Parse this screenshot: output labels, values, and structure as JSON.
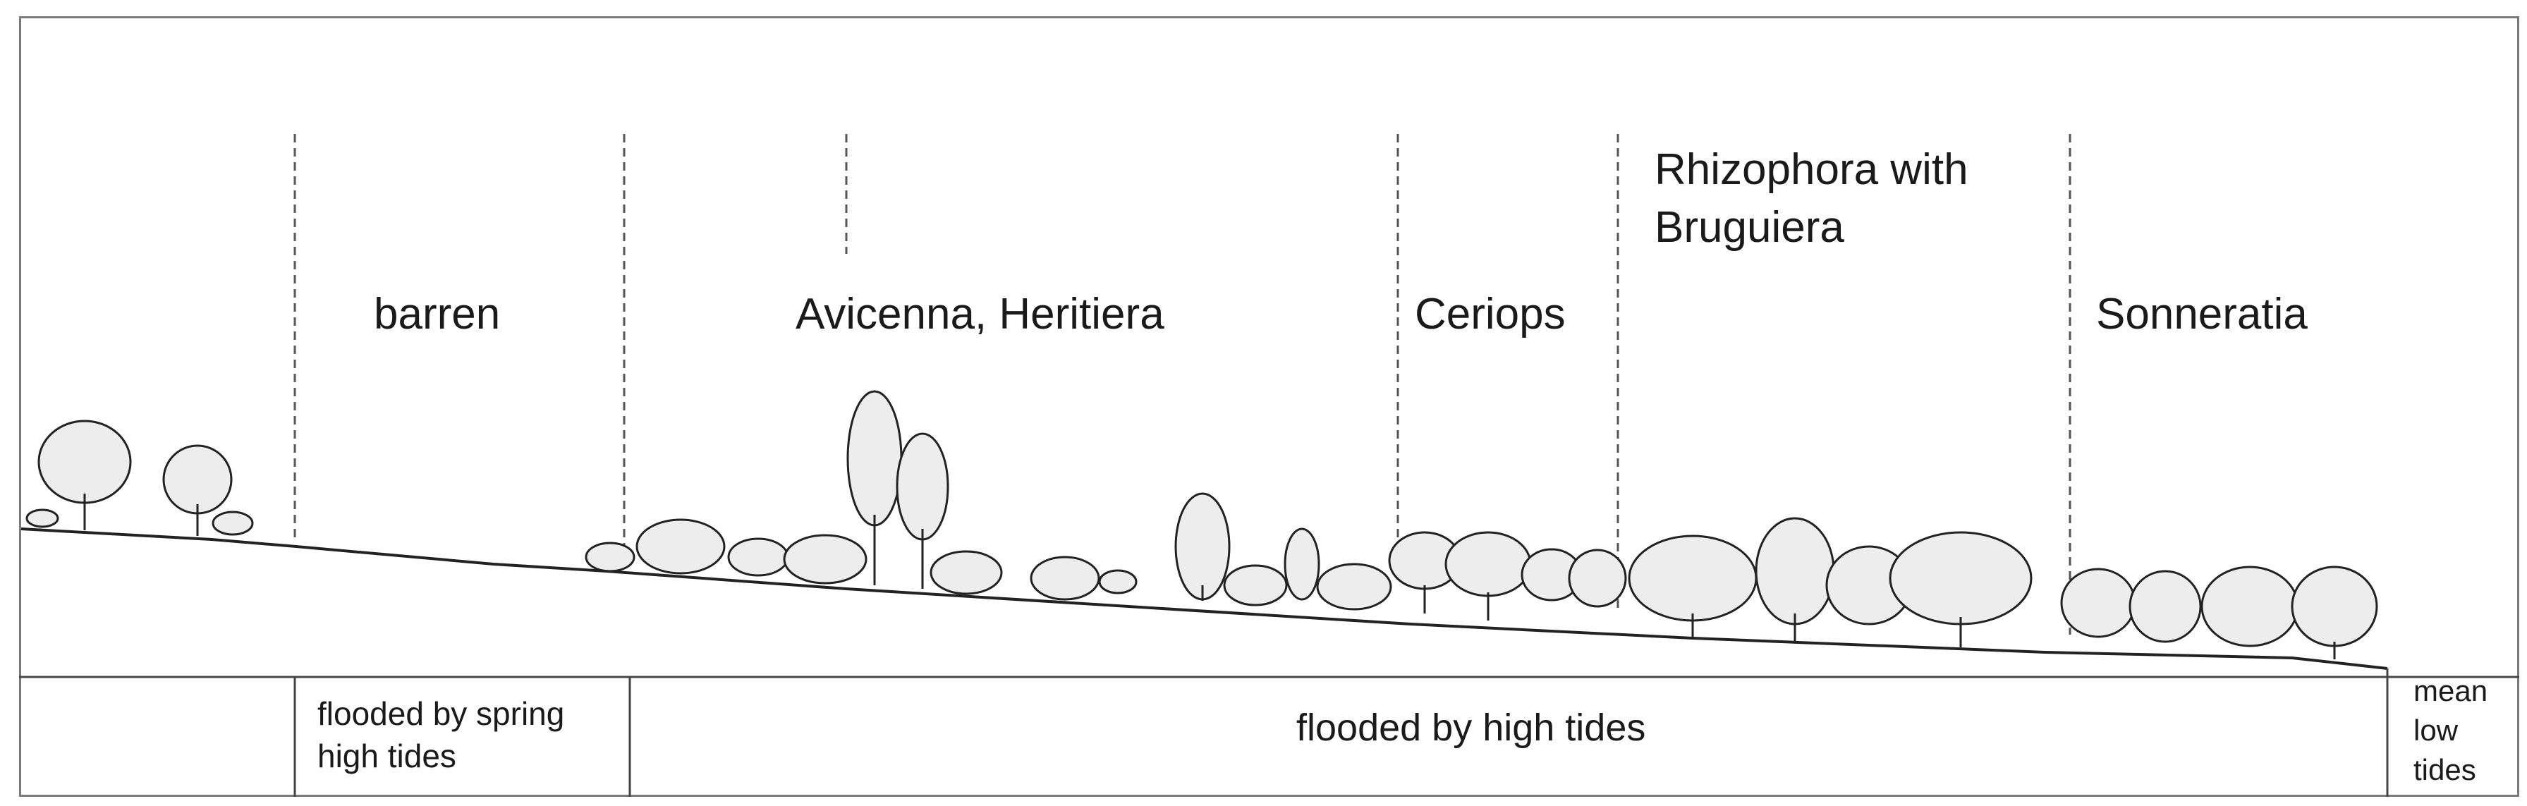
{
  "zones": {
    "barren": "barren",
    "avicenna": "Avicenna, Heritiera",
    "ceriops": "Ceriops",
    "rhizophora": "Rhizophora with Bruguiera",
    "sonneratia": "Sonneratia"
  },
  "tide_table": {
    "spring": "flooded by spring high tides",
    "high": "flooded by high tides",
    "mean_low": "mean low tides"
  },
  "colors": {
    "ink": "#1a1a1a",
    "frame": "#7a7a7a",
    "tree_fill": "#ededed"
  }
}
